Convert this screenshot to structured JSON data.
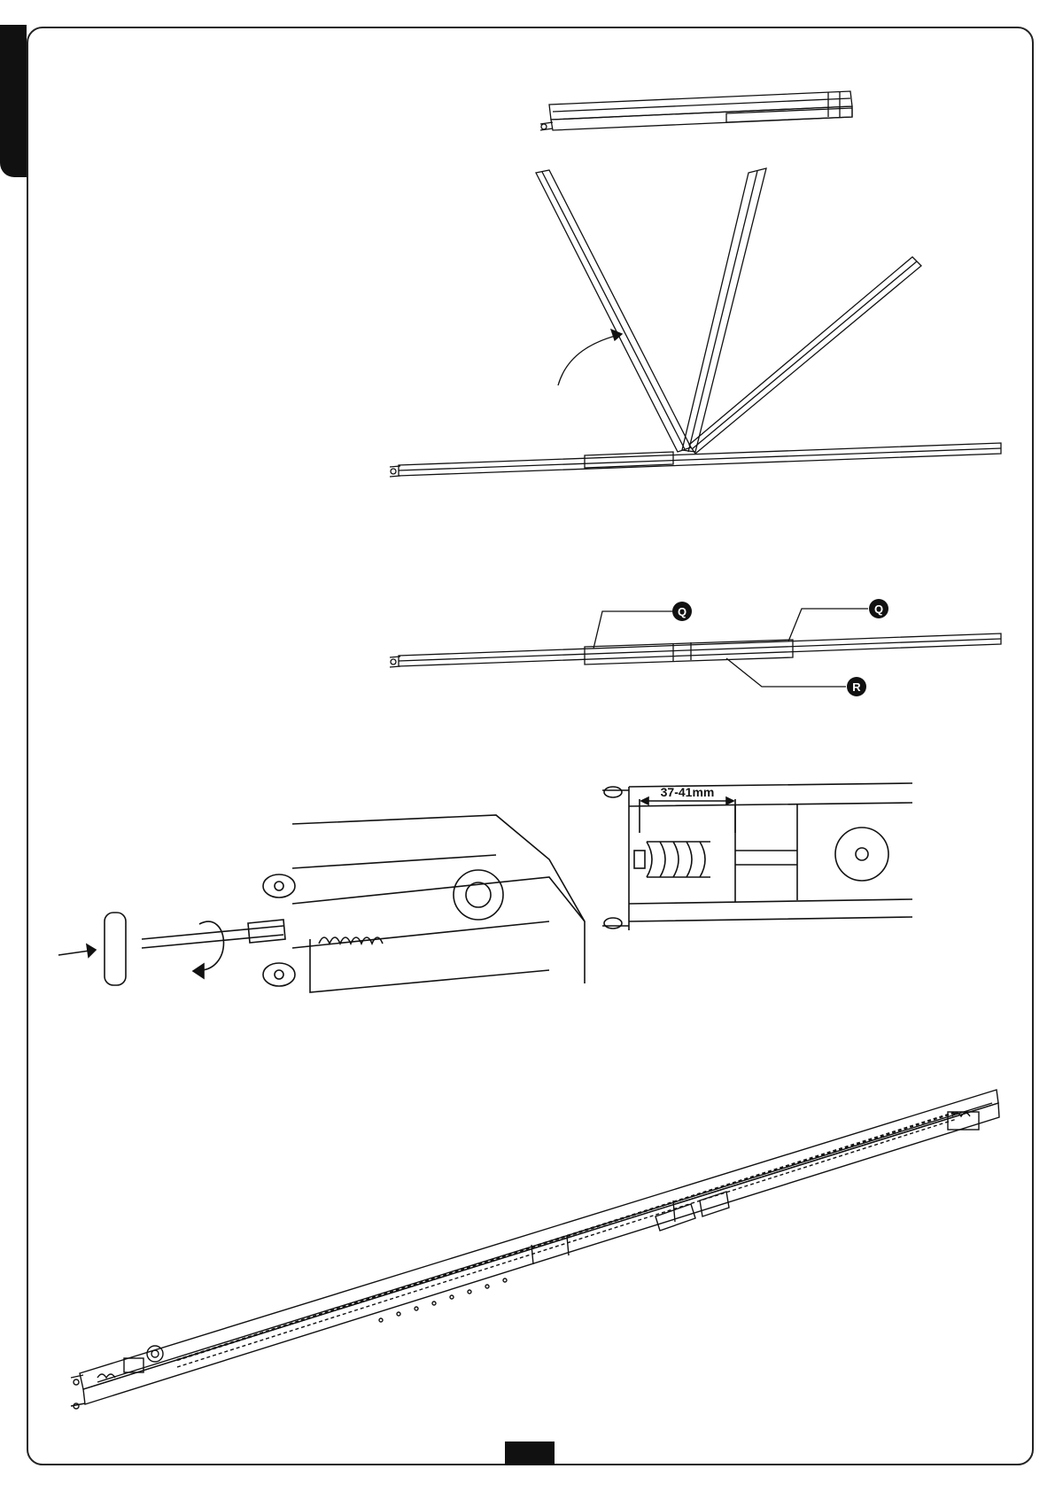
{
  "callouts": {
    "q_left": "Q",
    "q_right": "Q",
    "r": "R"
  },
  "dimension": {
    "spring_gap": "37-41mm"
  },
  "colors": {
    "ink": "#111111",
    "paper": "#ffffff"
  }
}
